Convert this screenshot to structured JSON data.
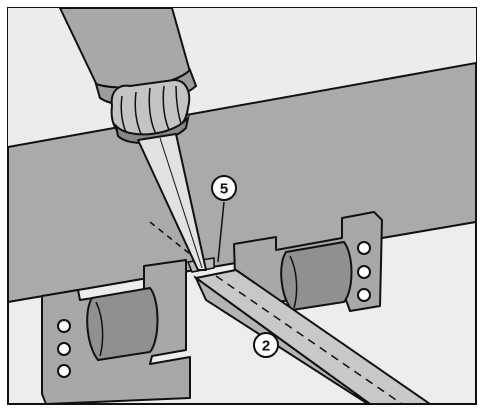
{
  "illustration": {
    "callouts": [
      {
        "id": "5",
        "label": "5"
      },
      {
        "id": "2",
        "label": "2"
      }
    ]
  },
  "colors": {
    "background_light": "#ececec",
    "wall_band": "#aaaaaa",
    "sill_light": "#ededed",
    "hinge_plate": "#a8a8a8",
    "hinge_barrel": "#909090",
    "strip": "#c8c8c8",
    "outline": "#111111"
  }
}
